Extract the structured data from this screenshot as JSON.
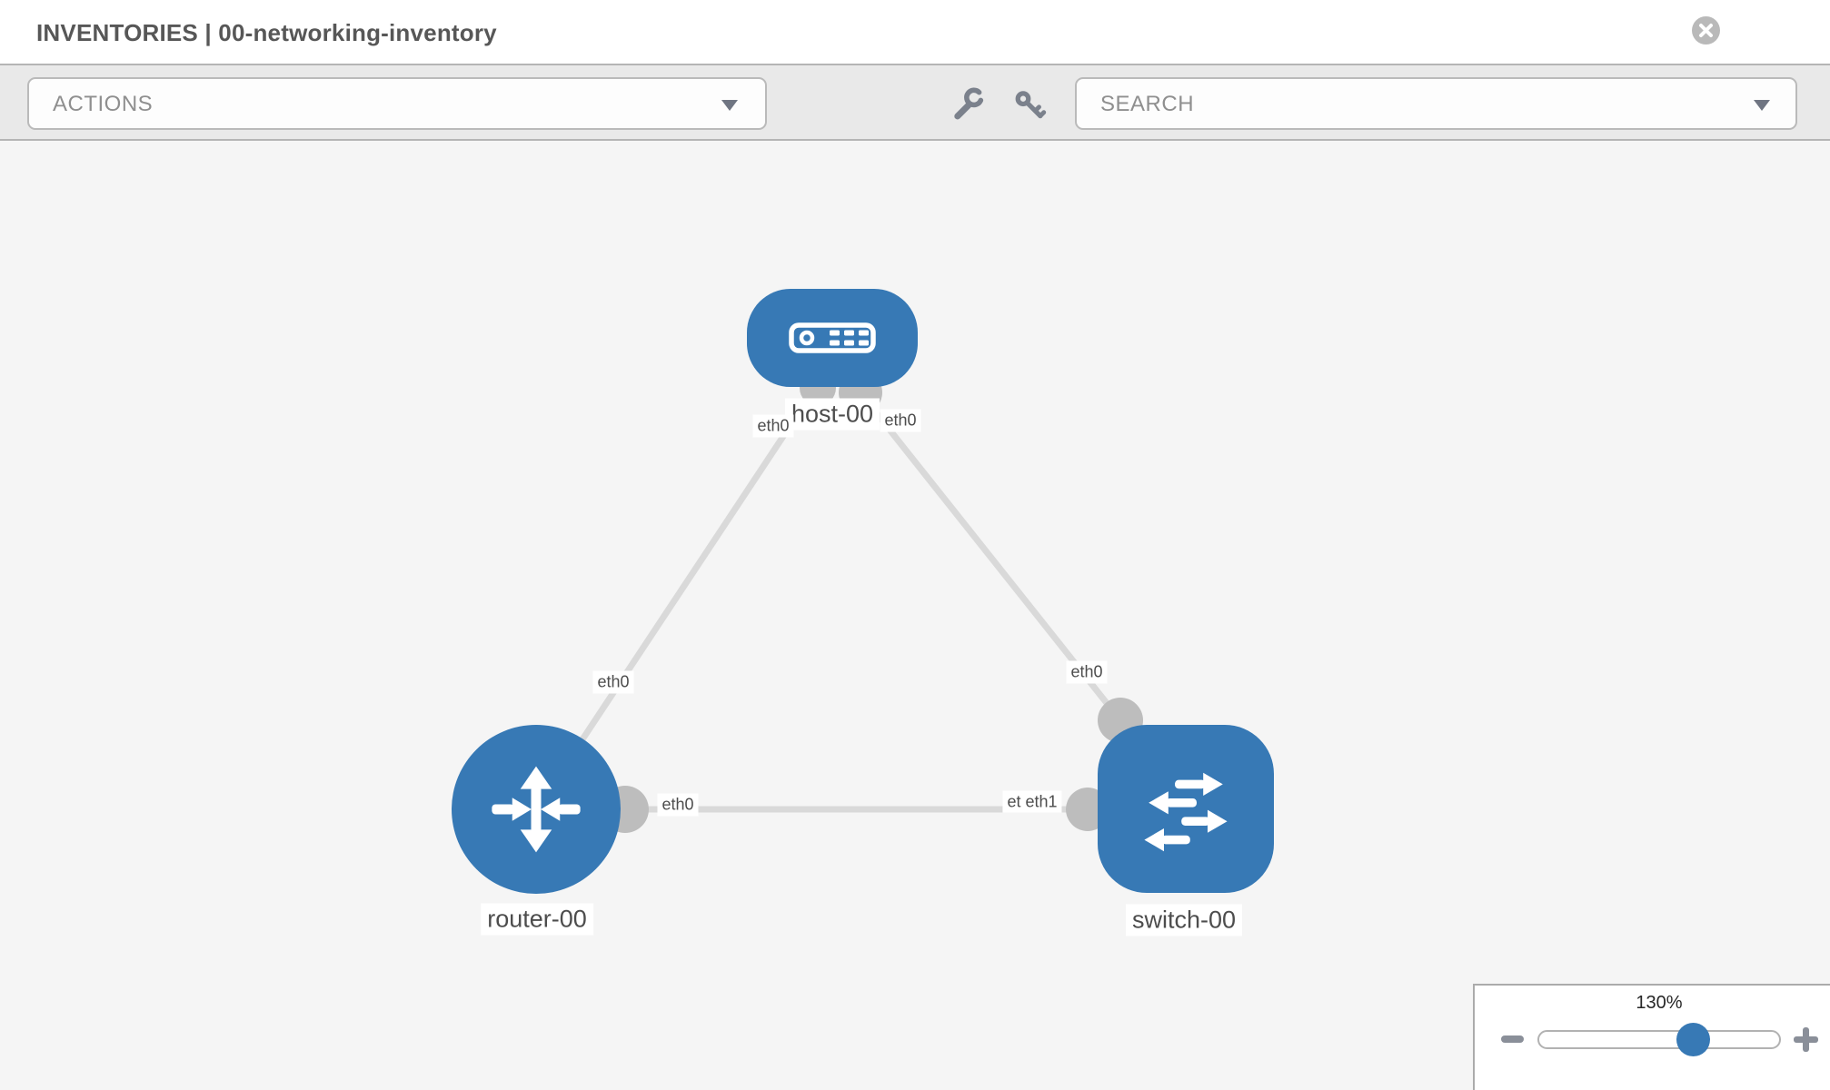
{
  "header": {
    "title": "INVENTORIES | 00-networking-inventory"
  },
  "toolbar": {
    "actions_label": "ACTIONS",
    "search_label": "SEARCH"
  },
  "icons": {
    "close": "circle-x-icon",
    "wrench": "wrench-icon",
    "key": "key-icon",
    "actions_caret": "chevron-down-icon",
    "search_caret": "chevron-down-icon",
    "zoom_out": "minus-icon",
    "zoom_in": "plus-icon"
  },
  "topology": {
    "nodes": [
      {
        "id": "host-00",
        "label": "host-00",
        "type": "host",
        "icon": "host-icon"
      },
      {
        "id": "router-00",
        "label": "router-00",
        "type": "router",
        "icon": "router-icon"
      },
      {
        "id": "switch-00",
        "label": "switch-00",
        "type": "switch",
        "icon": "switch-icon"
      }
    ],
    "links": [
      {
        "a": "router-00",
        "a_interface": "eth0",
        "b": "host-00",
        "b_interface": "eth0"
      },
      {
        "a": "host-00",
        "a_interface": "eth0",
        "b": "switch-00",
        "b_interface": "eth0"
      },
      {
        "a": "router-00",
        "a_interface": "eth0",
        "b": "switch-00",
        "b_interface": "eth1"
      }
    ],
    "overlapped_interface_label": {
      "under": "eth0",
      "over": "eth1"
    }
  },
  "zoom_control": {
    "level": "130%",
    "slider_percent": 64
  },
  "colors": {
    "node_blue": "#3779b5",
    "link_gray": "#d9d9d9",
    "connector_gray": "#bdbdbd",
    "toolbar_bg": "#e9e9e9",
    "canvas_bg": "#f5f5f5",
    "label_text": "#4d4d4d"
  }
}
